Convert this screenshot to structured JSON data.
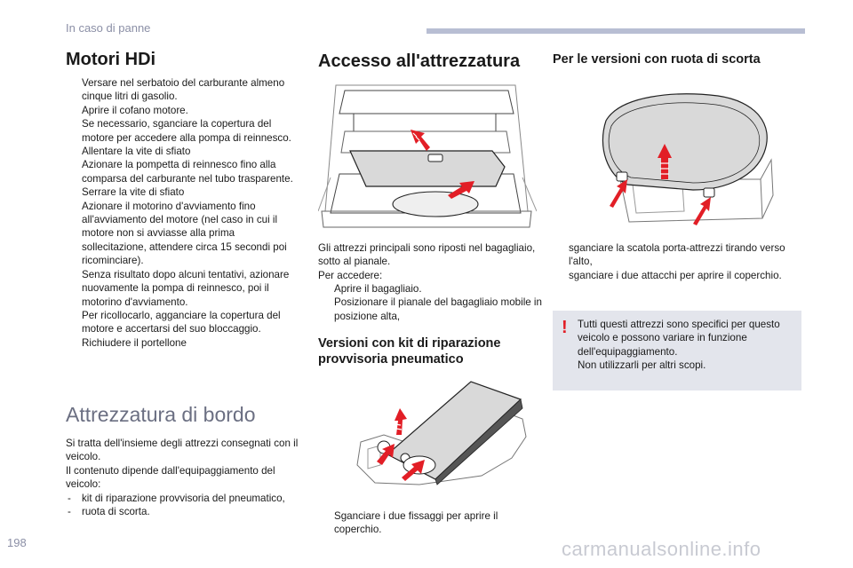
{
  "header": {
    "section": "In caso di panne"
  },
  "page_number": "198",
  "watermark": "carmanualsonline.info",
  "col1": {
    "title": "Motori HDi",
    "marker": "",
    "steps": [
      "Versare nel serbatoio del carburante almeno cinque litri di gasolio.",
      "Aprire il cofano motore.",
      "Se necessario, sganciare la copertura del motore per accedere alla pompa di reinnesco.",
      "Allentare la vite di sfiato",
      "Azionare la pompetta di reinnesco fino alla comparsa del carburante nel tubo trasparente.",
      "Serrare la vite di sfiato",
      "Azionare il motorino d'avviamento fino all'avviamento del motore (nel caso in cui il motore non si avviasse alla prima sollecitazione, attendere circa 15 secondi poi ricominciare).",
      "Senza risultato dopo alcuni tentativi, azionare nuovamente la pompa di reinnesco, poi il motorino d'avviamento.",
      "Per ricollocarlo, agganciare la copertura del motore e accertarsi del suo bloccaggio.",
      "Richiudere il portellone"
    ],
    "section2_title": "Attrezzatura di bordo",
    "section2_para1": "Si tratta dell'insieme degli attrezzi consegnati con il veicolo.",
    "section2_para2": "Il contenuto dipende dall'equipaggiamento del veicolo:",
    "dash_marker": "-",
    "dash_items": [
      "kit di riparazione provvisoria del pneumatico,",
      "ruota di scorta."
    ]
  },
  "col2": {
    "title": "Accesso all'attrezzatura",
    "intro1": "Gli attrezzi principali sono riposti nel bagagliaio, sotto al pianale.",
    "intro2": "Per accedere:",
    "steps": [
      "Aprire il bagagliaio.",
      "Posizionare il pianale del bagagliaio mobile in posizione alta,"
    ],
    "section2_title": "Versioni con kit di riparazione provvisoria pneumatico",
    "section2_steps": [
      "Sganciare i due fissaggi per aprire il coperchio."
    ]
  },
  "col3": {
    "title": "Per le versioni con ruota di scorta",
    "steps": [
      "sganciare la scatola porta-attrezzi tirando verso l'alto,",
      "sganciare i due attacchi per aprire il coperchio."
    ],
    "warning_icon": "!",
    "warning_text": [
      "Tutti questi attrezzi sono specifici per questo veicolo e possono variare in funzione dell'equipaggiamento.",
      "Non utilizzarli per altri scopi."
    ]
  },
  "colors": {
    "accent_red": "#e21e26",
    "header_bar": "#b8bed3",
    "warning_bg": "#e3e5ec"
  }
}
